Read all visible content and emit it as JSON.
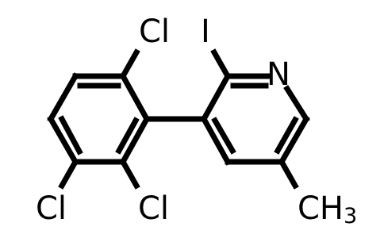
{
  "molecule": {
    "atom_labels": {
      "cl_top": "Cl",
      "iodine": "I",
      "nitrogen": "N",
      "cl_bottom_left": "Cl",
      "cl_bottom_right": "Cl",
      "methyl_main": "CH",
      "methyl_subscript": "3"
    },
    "colors": {
      "bond": "#000000",
      "label": "#000000",
      "background": "#ffffff"
    }
  }
}
